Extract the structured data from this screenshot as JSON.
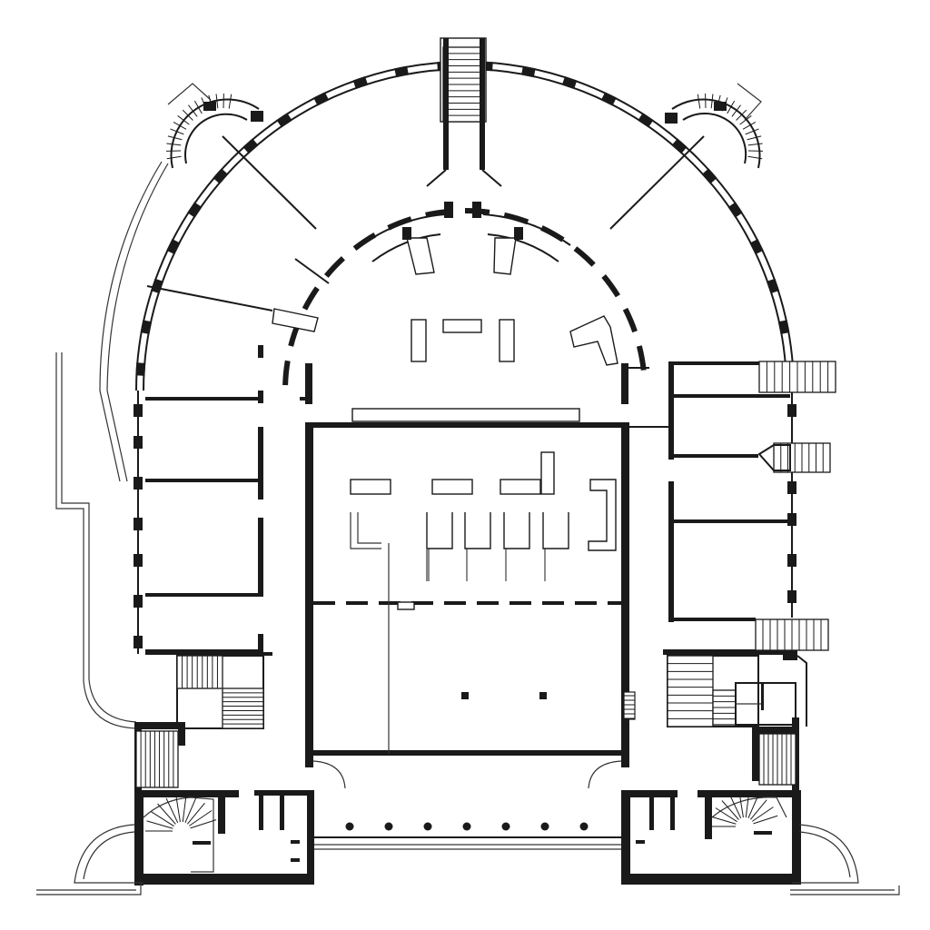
{
  "drawing": {
    "kind": "architectural floor plan",
    "view": "ground floor",
    "text_labels": []
  },
  "colors": {
    "ink": "#1a1a1a",
    "paper": "#ffffff"
  },
  "features": {
    "outer_semicircular_colonnade_piers": 24,
    "inner_ring_wall_segments": 14,
    "entrance_portico_columns": 7,
    "external_stair_flights": 5,
    "internal_stair_cores": 4,
    "corner_drum_towers": 2
  }
}
